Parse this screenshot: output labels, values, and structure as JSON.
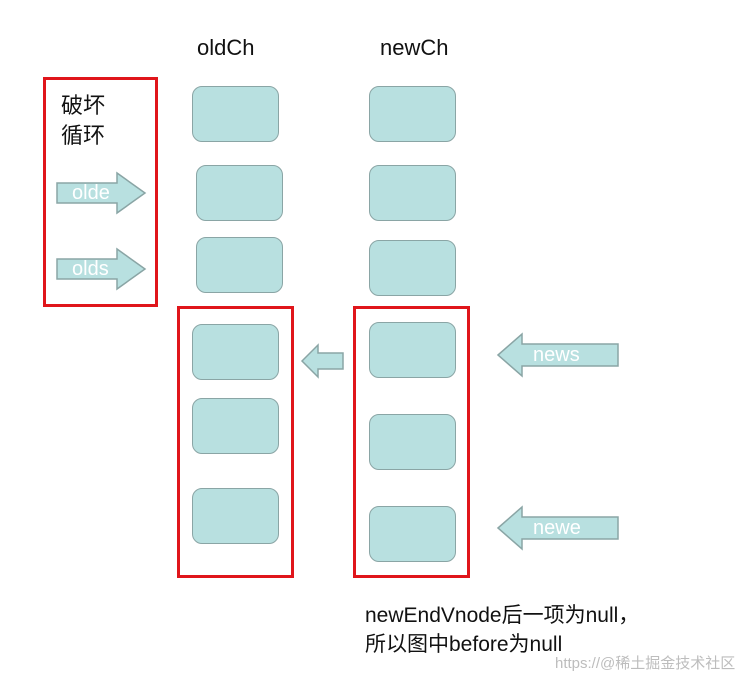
{
  "columns": {
    "old_title": "oldCh",
    "new_title": "newCh"
  },
  "loop_box": {
    "label_line1": "破坏",
    "label_line2": "循环",
    "arrows": [
      {
        "label": "olde"
      },
      {
        "label": "olds"
      }
    ]
  },
  "right_arrows": [
    {
      "label": "news"
    },
    {
      "label": "newe"
    }
  ],
  "note": {
    "line1": "newEndVnode后一项为null，",
    "line2": "所以图中before为null"
  },
  "watermark": {
    "prefix": "https://",
    "text": "@稀土掘金技术社区"
  },
  "colors": {
    "node_fill": "#b8e0e0",
    "node_border": "#8aa5a5",
    "highlight_box": "#e0151b",
    "arrow_fill": "#b8e0e0"
  }
}
